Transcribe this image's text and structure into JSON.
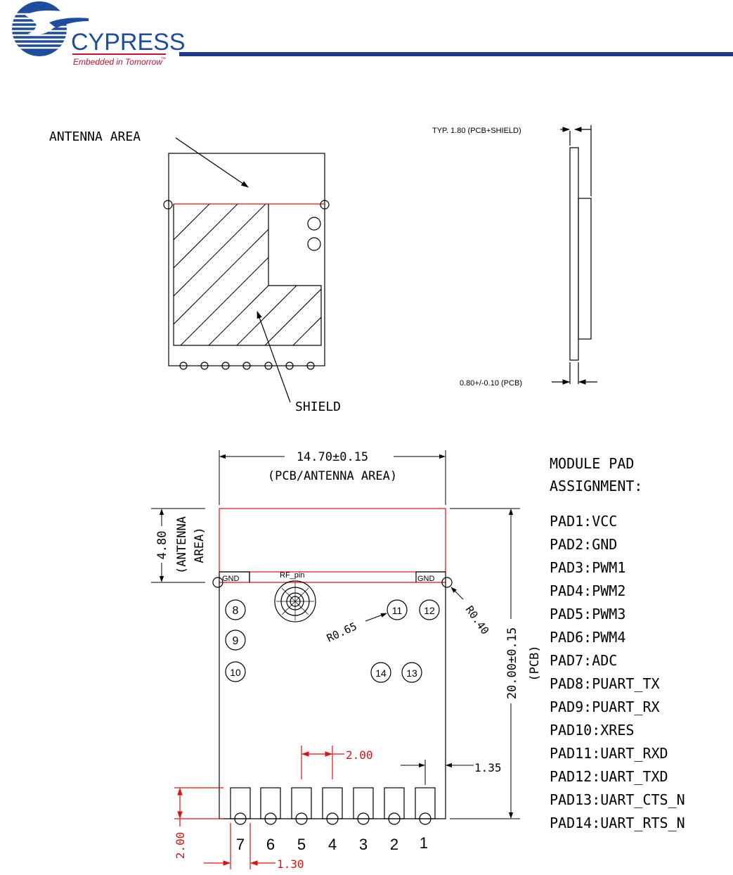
{
  "header": {
    "logo_name": "CYPRESS",
    "logo_tagline": "Embedded in Tomorrow",
    "logo_tm": "™",
    "colors": {
      "logo_blue": "#1e4c9e",
      "tagline_red": "#c8102e",
      "rule_blue": "#1f3a8a"
    }
  },
  "top_view": {
    "antenna_label": "ANTENNA AREA",
    "shield_label": "SHIELD"
  },
  "side_view": {
    "total_thickness_label": "TYP. 1.80 (PCB+SHIELD)",
    "pcb_thickness_label": "0.80+/-0.10 (PCB)"
  },
  "pad_drawing": {
    "width_dim": "14.70±0.15",
    "width_note": "(PCB/ANTENNA AREA)",
    "antenna_height_dim": "4.80",
    "antenna_height_note_1": "(ANTENNA",
    "antenna_height_note_2": "AREA)",
    "height_dim": "20.00±0.15",
    "height_note": "(PCB)",
    "gnd_left": "GND",
    "gnd_right": "GND",
    "rf_pin": "RF_pin",
    "radius_small": "R0.65",
    "radius_hole": "R0.40",
    "pad_pitch": "2.00",
    "edge_offset": "1.35",
    "pad_length": "2.00",
    "pad_width": "1.30",
    "pad_numbers": [
      "7",
      "6",
      "5",
      "4",
      "3",
      "2",
      "1"
    ],
    "inner_pads": [
      "8",
      "9",
      "10",
      "11",
      "12",
      "14",
      "13"
    ],
    "colors": {
      "dimension_red": "#e01010",
      "outline_red": "#e01010"
    }
  },
  "assignment": {
    "title_1": "MODULE PAD",
    "title_2": "ASSIGNMENT:",
    "pads": [
      "PAD1:VCC",
      "PAD2:GND",
      "PAD3:PWM1",
      "PAD4:PWM2",
      "PAD5:PWM3",
      "PAD6:PWM4",
      "PAD7:ADC",
      "PAD8:PUART_TX",
      "PAD9:PUART_RX",
      "PAD10:XRES",
      "PAD11:UART_RXD",
      "PAD12:UART_TXD",
      "PAD13:UART_CTS_N",
      "PAD14:UART_RTS_N"
    ]
  }
}
